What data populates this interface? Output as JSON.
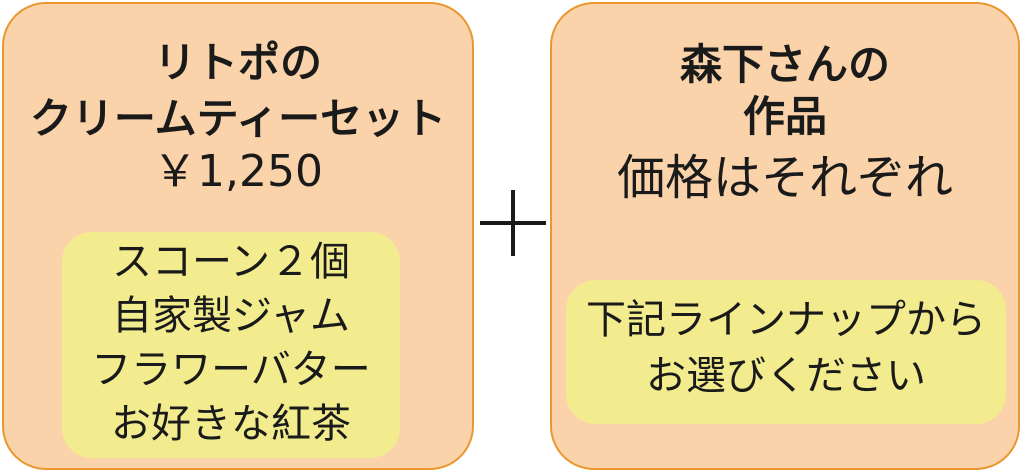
{
  "left": {
    "title_line1": "リトポの",
    "title_line2": "クリームティーセット",
    "price": "￥1,250",
    "items": [
      "スコーン２個",
      "自家製ジャム",
      "フラワーバター",
      "お好きな紅茶"
    ]
  },
  "plus": "＋",
  "right": {
    "title_line1": "森下さんの",
    "title_line2": "作品",
    "price_note": "価格はそれぞれ",
    "note_line1": "下記ラインナップから",
    "note_line2": "お選びください"
  }
}
